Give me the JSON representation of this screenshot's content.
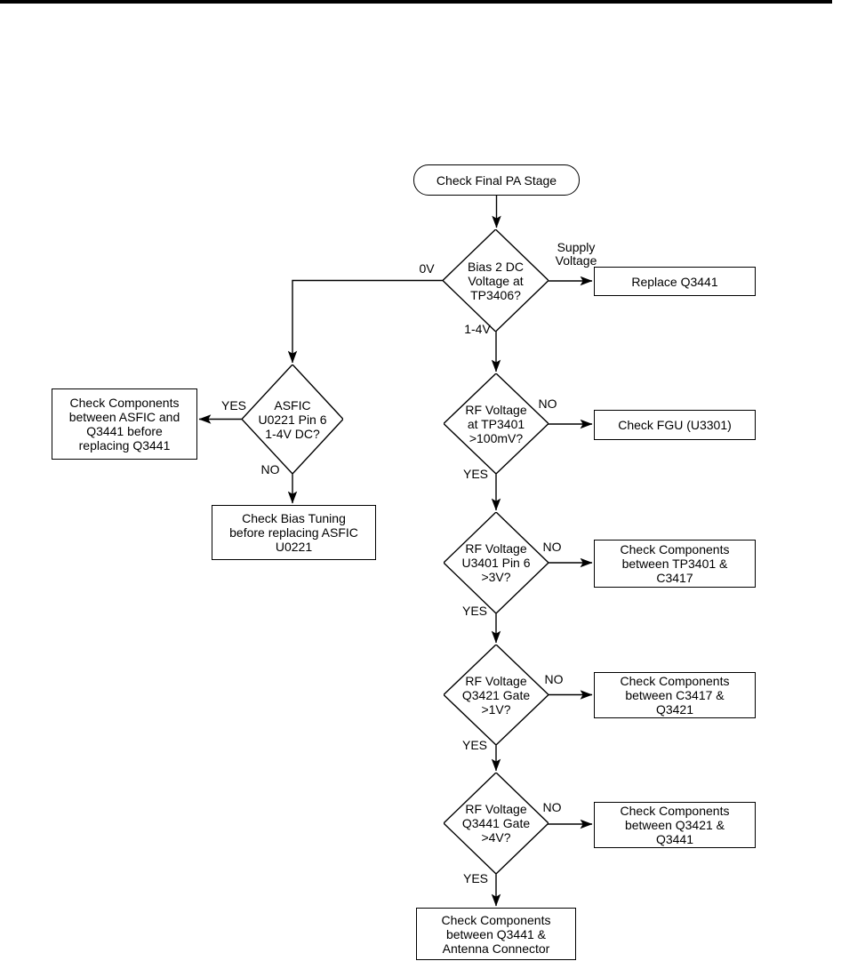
{
  "page": {
    "background": "#ffffff",
    "top_bar_color": "#000000",
    "line_color": "#000000",
    "text_color": "#000000"
  },
  "flowchart": {
    "start": {
      "text": "Check Final PA Stage"
    },
    "decisions": {
      "bias": {
        "text": "Bias 2 DC\nVoltage at\nTP3406?",
        "branch_left": "0V",
        "branch_right": "Supply\nVoltage",
        "branch_down": "1-4V"
      },
      "asfic": {
        "text": "ASFIC\nU0221 Pin 6\n1-4V DC?",
        "yes": "YES",
        "no": "NO"
      },
      "rf_tp3401": {
        "text": "RF Voltage\nat TP3401\n>100mV?",
        "yes": "YES",
        "no": "NO"
      },
      "rf_u3401": {
        "text": "RF Voltage\nU3401 Pin 6\n>3V?",
        "yes": "YES",
        "no": "NO"
      },
      "rf_q3421": {
        "text": "RF Voltage\nQ3421 Gate\n>1V?",
        "yes": "YES",
        "no": "NO"
      },
      "rf_q3441": {
        "text": "RF Voltage\nQ3441 Gate\n>4V?",
        "yes": "YES",
        "no": "NO"
      }
    },
    "processes": {
      "replace_q3441": {
        "text": "Replace Q3441"
      },
      "check_fgu": {
        "text": "Check FGU (U3301)"
      },
      "tp3401_c3417": {
        "text": "Check Components\nbetween TP3401 &\nC3417"
      },
      "c3417_q3421": {
        "text": "Check Components\nbetween C3417 &\nQ3421"
      },
      "q3421_q3441": {
        "text": "Check Components\nbetween Q3421 &\nQ3441"
      },
      "asfic_q3441": {
        "text": "Check Components\nbetween ASFIC and\nQ3441 before\nreplacing Q3441"
      },
      "bias_tuning": {
        "text": "Check Bias Tuning\nbefore replacing ASFIC\nU0221"
      },
      "q3441_antenna": {
        "text": "Check Components\nbetween Q3441 &\nAntenna Connector"
      }
    }
  }
}
